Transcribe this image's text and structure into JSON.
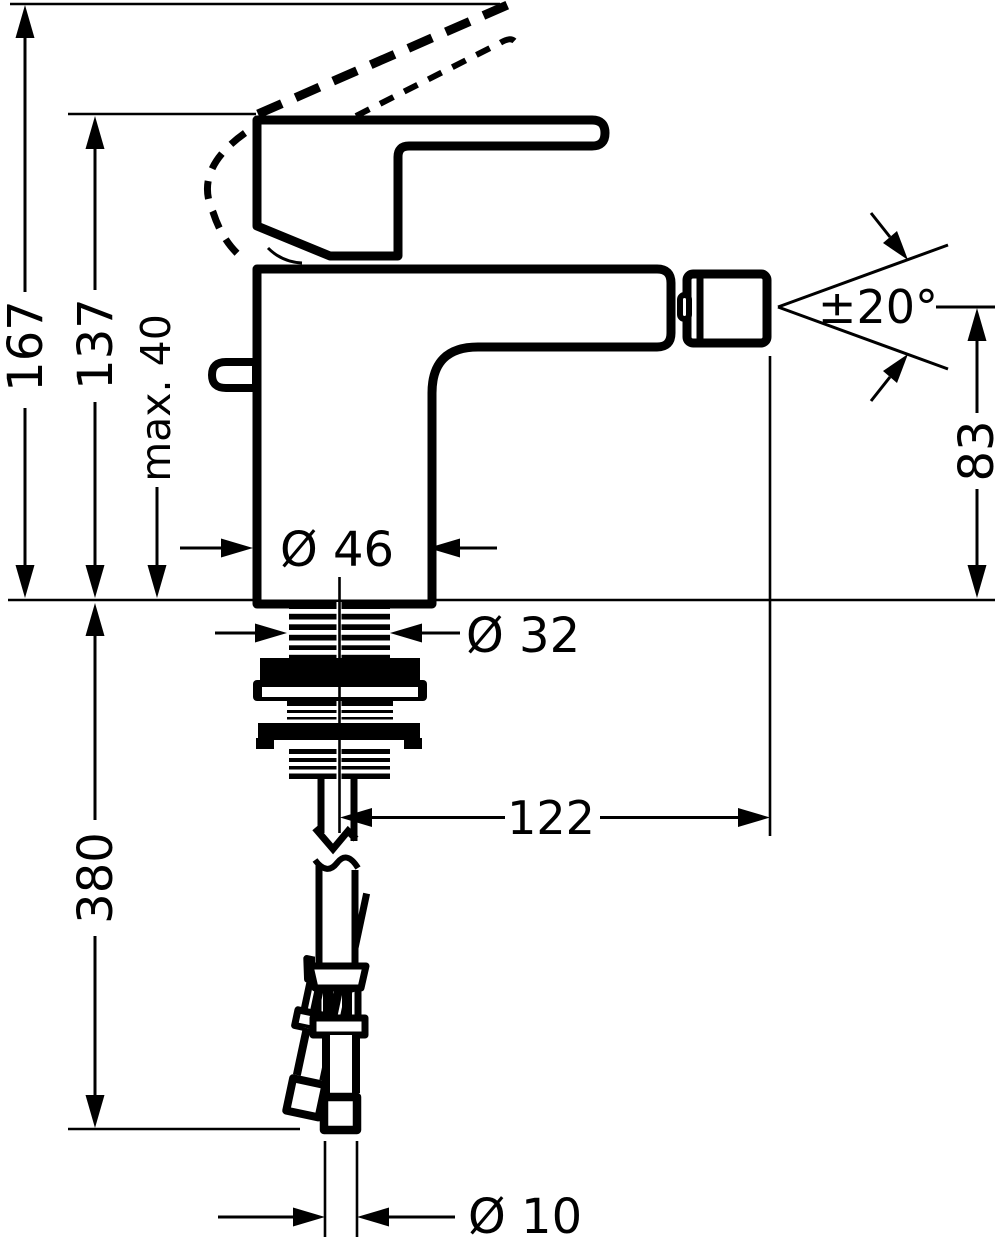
{
  "dims": {
    "total_height": "167",
    "height_to_handle": "137",
    "max_mounting_thickness": "max. 40",
    "body_diameter": "Ø 46",
    "shank_diameter": "Ø 32",
    "pipe_length": "380",
    "spout_reach": "122",
    "outlet_height": "83",
    "spout_swivel_angle": "±20°",
    "pipe_diameter": "Ø 10"
  },
  "colors": {
    "ink": "#000000",
    "paper": "#ffffff"
  }
}
